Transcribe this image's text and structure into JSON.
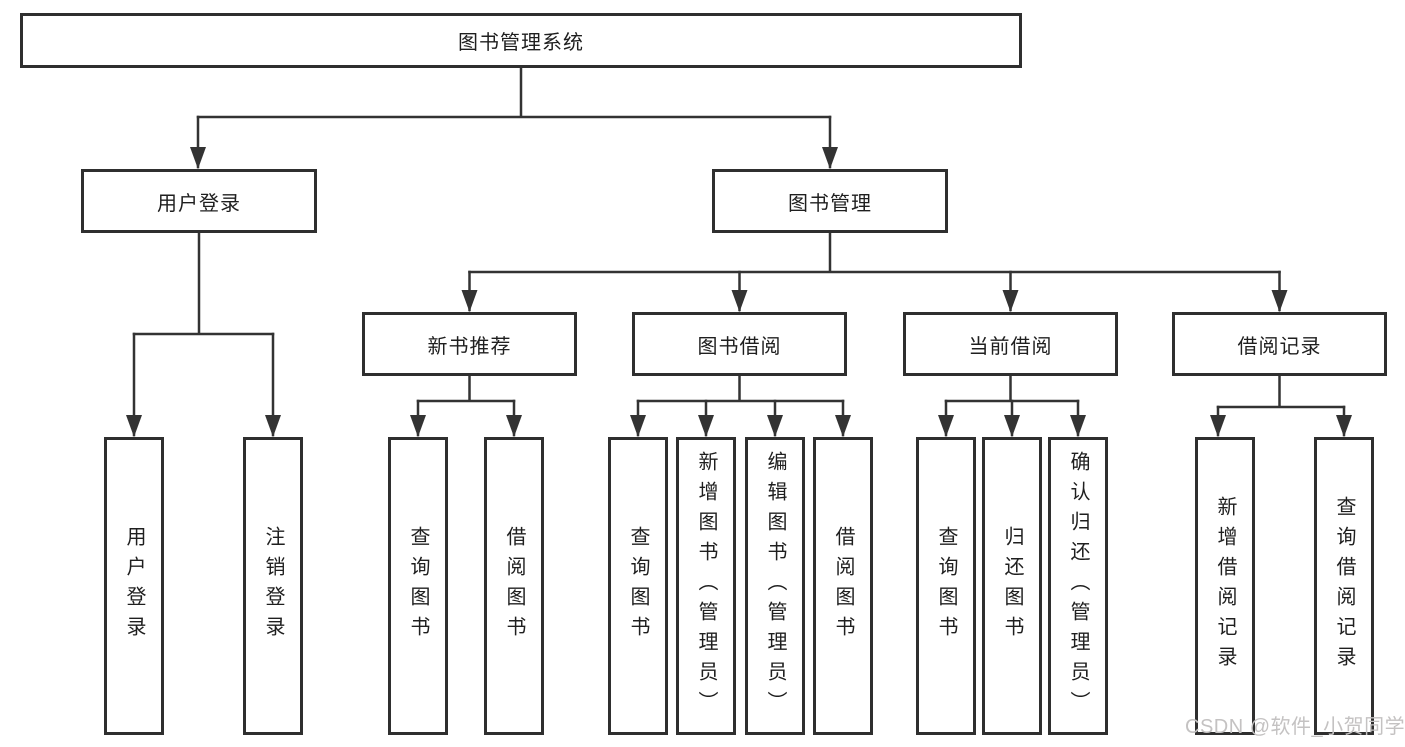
{
  "nodes": {
    "root": "图书管理系统",
    "user_login": "用户登录",
    "book_management": "图书管理",
    "new_book_recommend": "新书推荐",
    "book_borrowing": "图书借阅",
    "current_borrowing": "当前借阅",
    "borrowing_records": "借阅记录",
    "leaf_user_login": "用户登录",
    "leaf_logout": "注销登录",
    "leaf_nbr_query_books": "查询图书",
    "leaf_nbr_borrow_books": "借阅图书",
    "leaf_bb_query_books": "查询图书",
    "leaf_bb_add_books_admin": "新增图书（管理员）",
    "leaf_bb_edit_books_admin": "编辑图书（管理员）",
    "leaf_bb_borrow_books": "借阅图书",
    "leaf_cb_query_books": "查询图书",
    "leaf_cb_return_books": "归还图书",
    "leaf_cb_confirm_return_admin": "确认归还（管理员）",
    "leaf_br_add_record": "新增借阅记录",
    "leaf_br_query_record": "查询借阅记录"
  },
  "watermark": "CSDN @软件_小贺同学",
  "colors": {
    "line": "#333333",
    "box_border": "#2f2f2f",
    "text": "#1f1f1f",
    "background": "#ffffff",
    "watermark": "#c4c2c2"
  }
}
